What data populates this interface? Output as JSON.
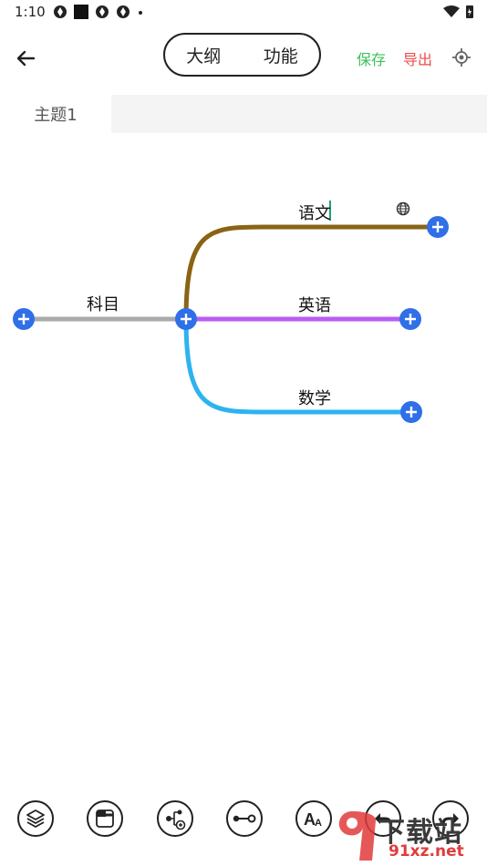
{
  "status": {
    "time": "1:10"
  },
  "header": {
    "segments": [
      "大纲",
      "功能"
    ],
    "save_label": "保存",
    "export_label": "导出"
  },
  "tabs": [
    {
      "label": "主题1"
    }
  ],
  "mindmap": {
    "root": {
      "label": "科目"
    },
    "children": [
      {
        "label": "语文",
        "color": "#8a6414"
      },
      {
        "label": "英语",
        "color": "#b95cf4"
      },
      {
        "label": "数学",
        "color": "#2db3f0"
      }
    ],
    "root_color": "#aaaaaa",
    "add_button_color": "#2f6fe8"
  },
  "toolbar": {
    "icons": [
      "layers-icon",
      "layout-icon",
      "add-child-icon",
      "connector-icon",
      "font-size-icon",
      "undo-icon",
      "redo-icon"
    ]
  },
  "watermark": {
    "text": "下载站",
    "url": "91xz.net"
  }
}
